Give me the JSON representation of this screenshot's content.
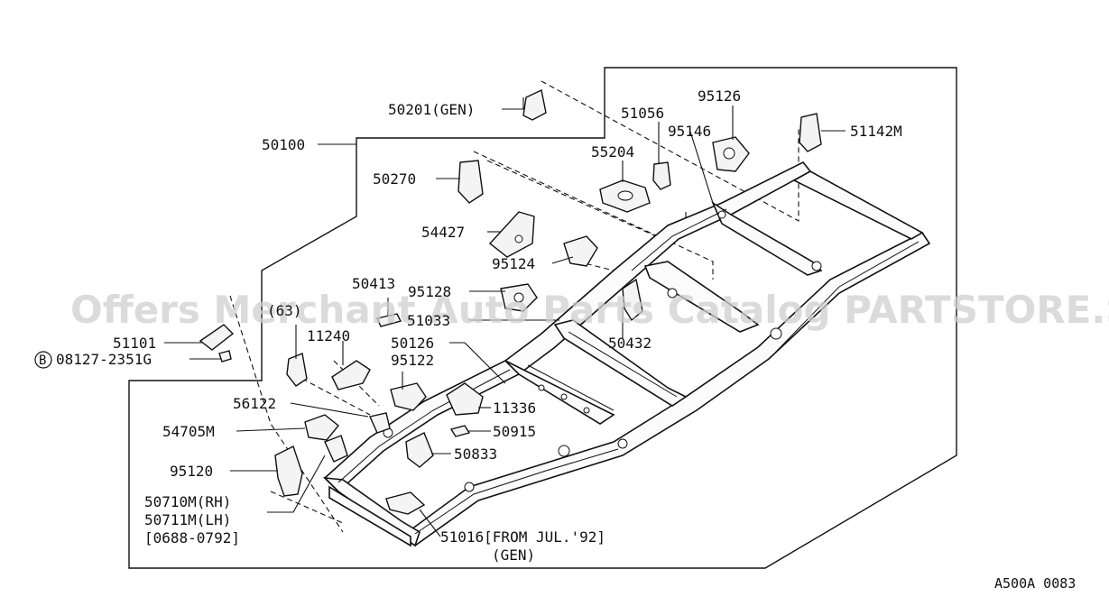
{
  "labels": {
    "p50201": "50201(GEN)",
    "p50100": "50100",
    "p51056": "51056",
    "p95126": "95126",
    "p95146": "95146",
    "p55204": "55204",
    "p51142m": "51142M",
    "p50270": "50270",
    "p54427": "54427",
    "p95124": "95124",
    "p50413": "50413",
    "p95128": "95128",
    "p63": "(63)",
    "p51033": "51033",
    "p51101": "51101",
    "p11240": "11240",
    "p50432": "50432",
    "p08127": "08127-2351G",
    "p08127_prefix": "B",
    "p50126": "50126",
    "p95122": "95122",
    "p56122": "56122",
    "p11336": "11336",
    "p54705m": "54705M",
    "p50915": "50915",
    "p50833": "50833",
    "p95120": "95120",
    "p50710m": "50710M(RH)",
    "p50711m": "50711M(LH)",
    "p0688": "[0688-0792]",
    "p51016": "51016[FROM JUL.'92]",
    "p51016_gen": "(GEN)"
  },
  "watermark": "Offers Merchant Auto Parts Catalog PARTSTORE.SA",
  "diagram_code": "A500A 0083"
}
